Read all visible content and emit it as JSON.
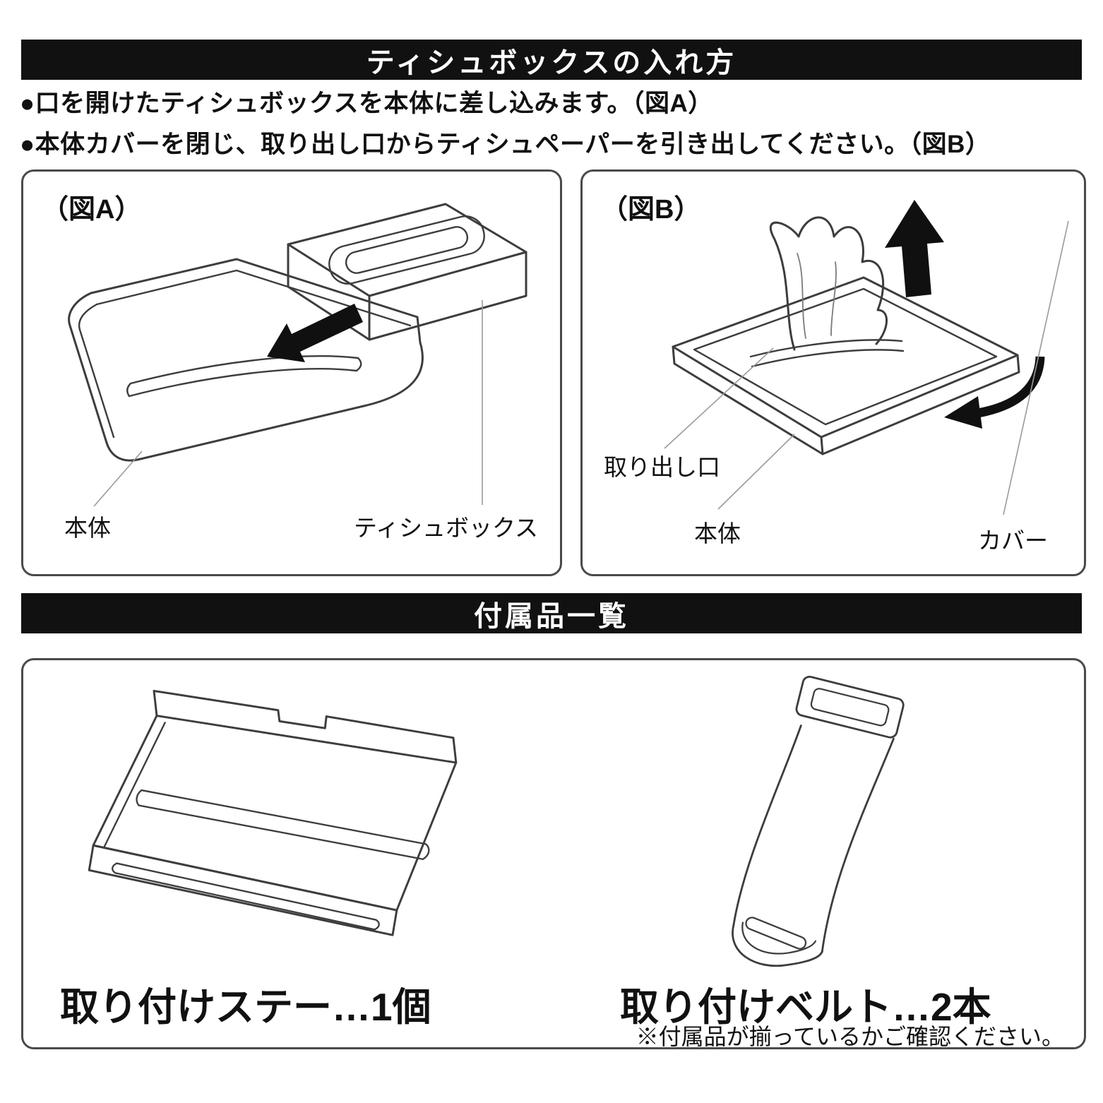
{
  "insert_section": {
    "title": "ティシュボックスの入れ方",
    "bullets": [
      "●口を開けたティシュボックスを本体に差し込みます。（図A）",
      "●本体カバーを閉じ、取り出し口からティシュペーパーを引き出してください。（図B）"
    ],
    "figure_a": {
      "caption": "（図A）",
      "label_body": "本体",
      "label_tissue_box": "ティシュボックス"
    },
    "figure_b": {
      "caption": "（図B）",
      "label_outlet": "取り出し口",
      "label_body": "本体",
      "label_cover": "カバー"
    }
  },
  "accessories_section": {
    "title": "付属品一覧",
    "items": [
      {
        "name": "mounting-stay",
        "label": "取り付けステー…1個"
      },
      {
        "name": "mounting-belt",
        "label": "取り付けベルト…2本"
      }
    ],
    "note": "※付属品が揃っているかご確認ください。"
  },
  "colors": {
    "header_bg": "#111111",
    "header_text": "#ffffff",
    "line_art": "#3d3d3d",
    "panel_border": "#4a4a4a",
    "arrow_fill": "#101010"
  }
}
